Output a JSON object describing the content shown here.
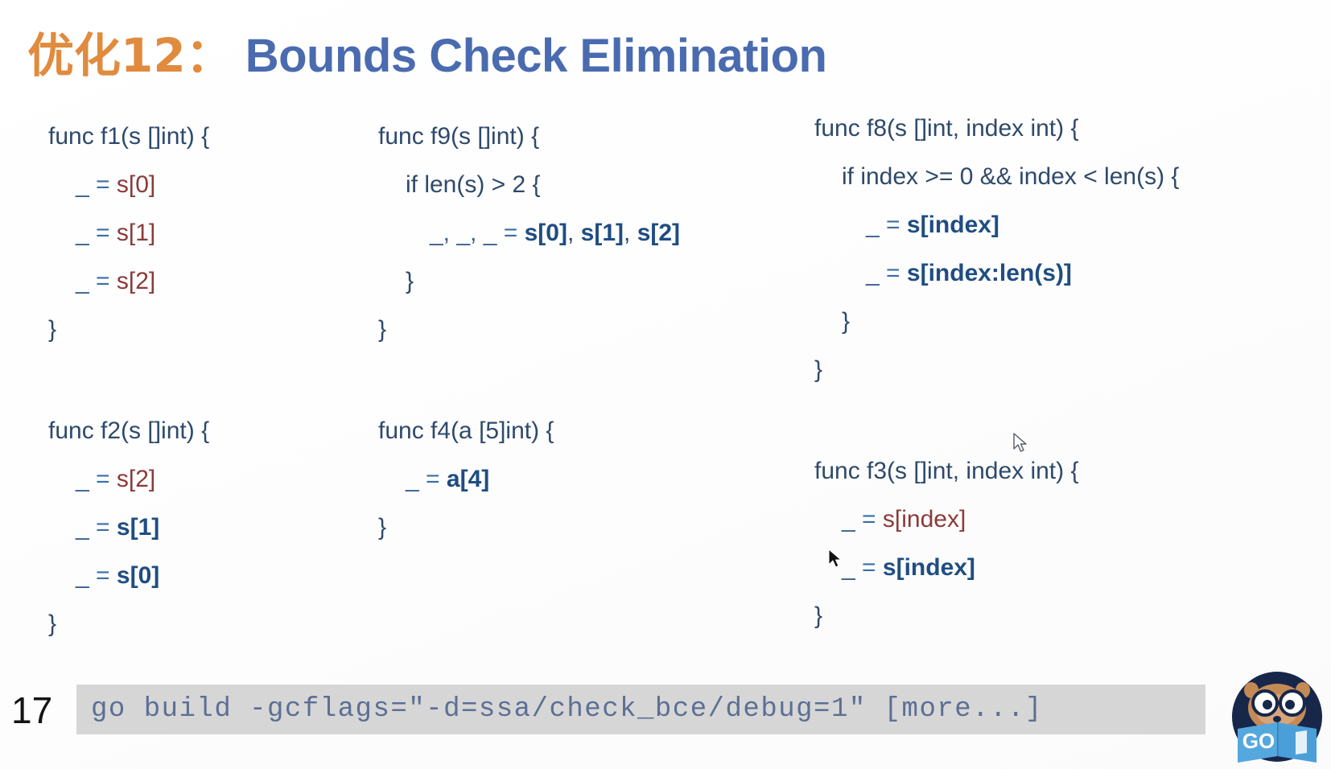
{
  "slide": {
    "title_zh": "优化12：",
    "title_en": "Bounds Check Elimination",
    "page_number": "17",
    "accent_orange": "#e08b3e",
    "accent_blue": "#4a6baf",
    "checked_color": "#8b3a3a",
    "eliminated_color": "#1f4d82"
  },
  "code": {
    "f1": {
      "header": "func f1(s []int) {",
      "lines": [
        {
          "blank": "_",
          "eq": "=",
          "expr": "s[0]",
          "state": "checked"
        },
        {
          "blank": "_",
          "eq": "=",
          "expr": "s[1]",
          "state": "checked"
        },
        {
          "blank": "_",
          "eq": "=",
          "expr": "s[2]",
          "state": "checked"
        }
      ],
      "close": "}"
    },
    "f2": {
      "header": "func f2(s []int) {",
      "lines": [
        {
          "blank": "_",
          "eq": "=",
          "expr": "s[2]",
          "state": "checked"
        },
        {
          "blank": "_",
          "eq": "=",
          "expr": "s[1]",
          "state": "eliminated"
        },
        {
          "blank": "_",
          "eq": "=",
          "expr": "s[0]",
          "state": "eliminated"
        }
      ],
      "close": "}"
    },
    "f9": {
      "header": "func f9(s []int) {",
      "if_line": "if len(s) > 2 {",
      "multi": {
        "blanks": "_, _, _",
        "eq": "=",
        "parts": [
          {
            "expr": "s[0]",
            "state": "eliminated",
            "sep": ", "
          },
          {
            "expr": "s[1]",
            "state": "eliminated",
            "sep": ", "
          },
          {
            "expr": "s[2]",
            "state": "eliminated",
            "sep": ""
          }
        ]
      },
      "close_inner": "}",
      "close": "}"
    },
    "f4": {
      "header": "func f4(a [5]int) {",
      "lines": [
        {
          "blank": "_",
          "eq": "=",
          "expr": "a[4]",
          "state": "eliminated"
        }
      ],
      "close": "}"
    },
    "f8": {
      "header": "func f8(s []int, index int) {",
      "if_line": "if index >= 0 && index < len(s) {",
      "lines": [
        {
          "blank": "_",
          "eq": "=",
          "expr": "s[index]",
          "state": "eliminated"
        },
        {
          "blank": "_",
          "eq": "=",
          "expr": "s[index:len(s)]",
          "state": "eliminated"
        }
      ],
      "close_inner": "}",
      "close": "}"
    },
    "f3": {
      "header": "func f3(s []int, index int) {",
      "lines": [
        {
          "blank": "_",
          "eq": "=",
          "expr": "s[index]",
          "state": "checked"
        },
        {
          "blank": "_",
          "eq": "=",
          "expr": "s[index]",
          "state": "eliminated"
        }
      ],
      "close": "}"
    }
  },
  "command_bar": {
    "text": "go build -gcflags=\"-d=ssa/check_bce/debug=1\"  [more...]"
  },
  "logo": {
    "label": "GO",
    "alt": "go-gopher-logo"
  }
}
